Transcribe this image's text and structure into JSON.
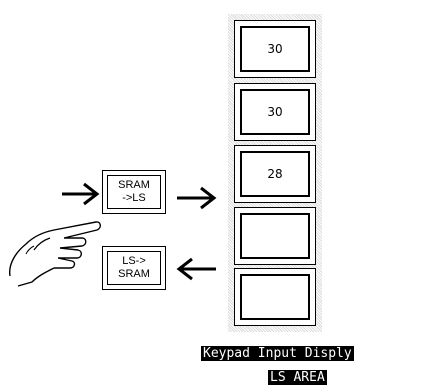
{
  "registers": [
    {
      "value": "30"
    },
    {
      "value": "30"
    },
    {
      "value": "28"
    },
    {
      "value": ""
    },
    {
      "value": ""
    }
  ],
  "buttons": {
    "sram_to_ls": "SRAM\n->LS",
    "ls_to_sram": "LS->\nSRAM"
  },
  "captions": {
    "line1": "Keypad Input Disply",
    "line2": "LS AREA"
  }
}
